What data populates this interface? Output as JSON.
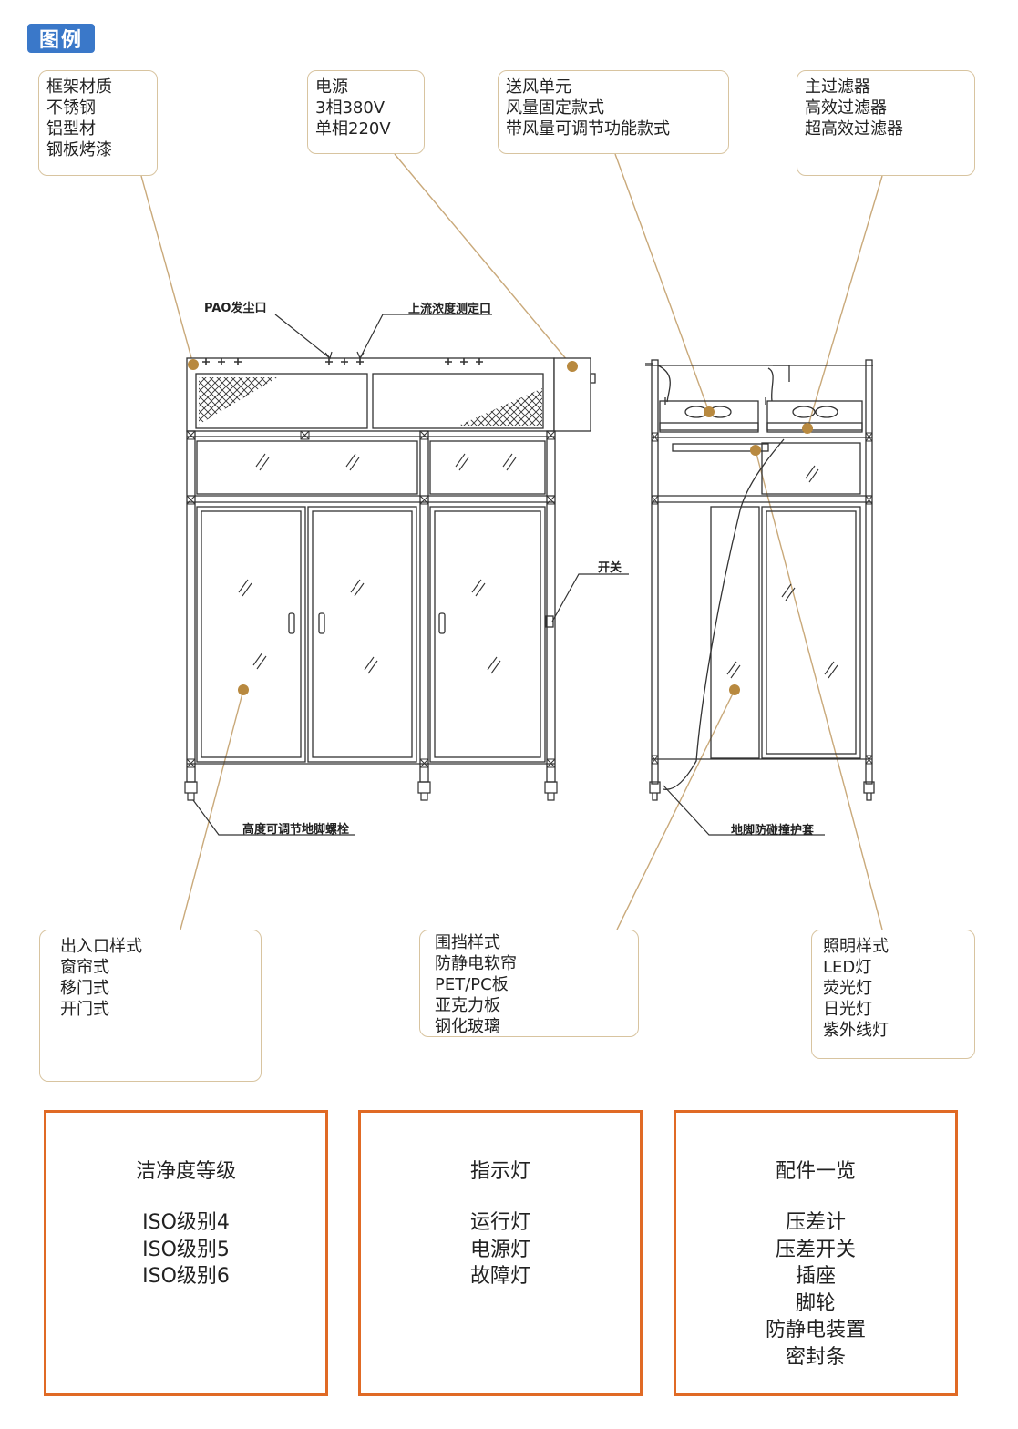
{
  "header": {
    "badge": "图例"
  },
  "callouts": {
    "frame": {
      "title": "框架材质",
      "items": [
        "不锈钢",
        "铝型材",
        "钢板烤漆"
      ]
    },
    "power": {
      "title": "电源",
      "items": [
        "3相380V",
        "单相220V"
      ]
    },
    "fan": {
      "title": "送风单元",
      "items": [
        "风量固定款式",
        "带风量可调节功能款式"
      ]
    },
    "filter": {
      "title": "主过滤器",
      "items": [
        "高效过滤器",
        "超高效过滤器"
      ]
    },
    "entrance": {
      "title": "出入口样式",
      "items": [
        "窗帘式",
        "移门式",
        "开门式"
      ]
    },
    "enclosure": {
      "title": "围挡样式",
      "items": [
        "防静电软帘",
        "PET/PC板",
        "亚克力板",
        "钢化玻璃"
      ]
    },
    "lighting": {
      "title": "照明样式",
      "items": [
        "LED灯",
        "荧光灯",
        "日光灯",
        "紫外线灯"
      ]
    }
  },
  "diagram_labels": {
    "pao": "PAO发尘口",
    "upstream": "上流浓度测定口",
    "switch": "开关",
    "foot_bolt": "高度可调节地脚螺栓",
    "foot_cover": "地脚防碰撞护套"
  },
  "boxes": {
    "cleanliness": {
      "title": "洁净度等级",
      "items": [
        "ISO级别4",
        "ISO级别5",
        "ISO级别6"
      ]
    },
    "indicator": {
      "title": "指示灯",
      "items": [
        "运行灯",
        "电源灯",
        "故障灯"
      ]
    },
    "accessories": {
      "title": "配件一览",
      "items": [
        "压差计",
        "压差开关",
        "插座",
        "脚轮",
        "防静电装置",
        "密封条"
      ]
    }
  },
  "colors": {
    "badge_bg": "#3a78c9",
    "callout_border": "#d8c4a0",
    "leader": "#c9a97a",
    "dot": "#b8893f",
    "box_border": "#e06a25"
  }
}
